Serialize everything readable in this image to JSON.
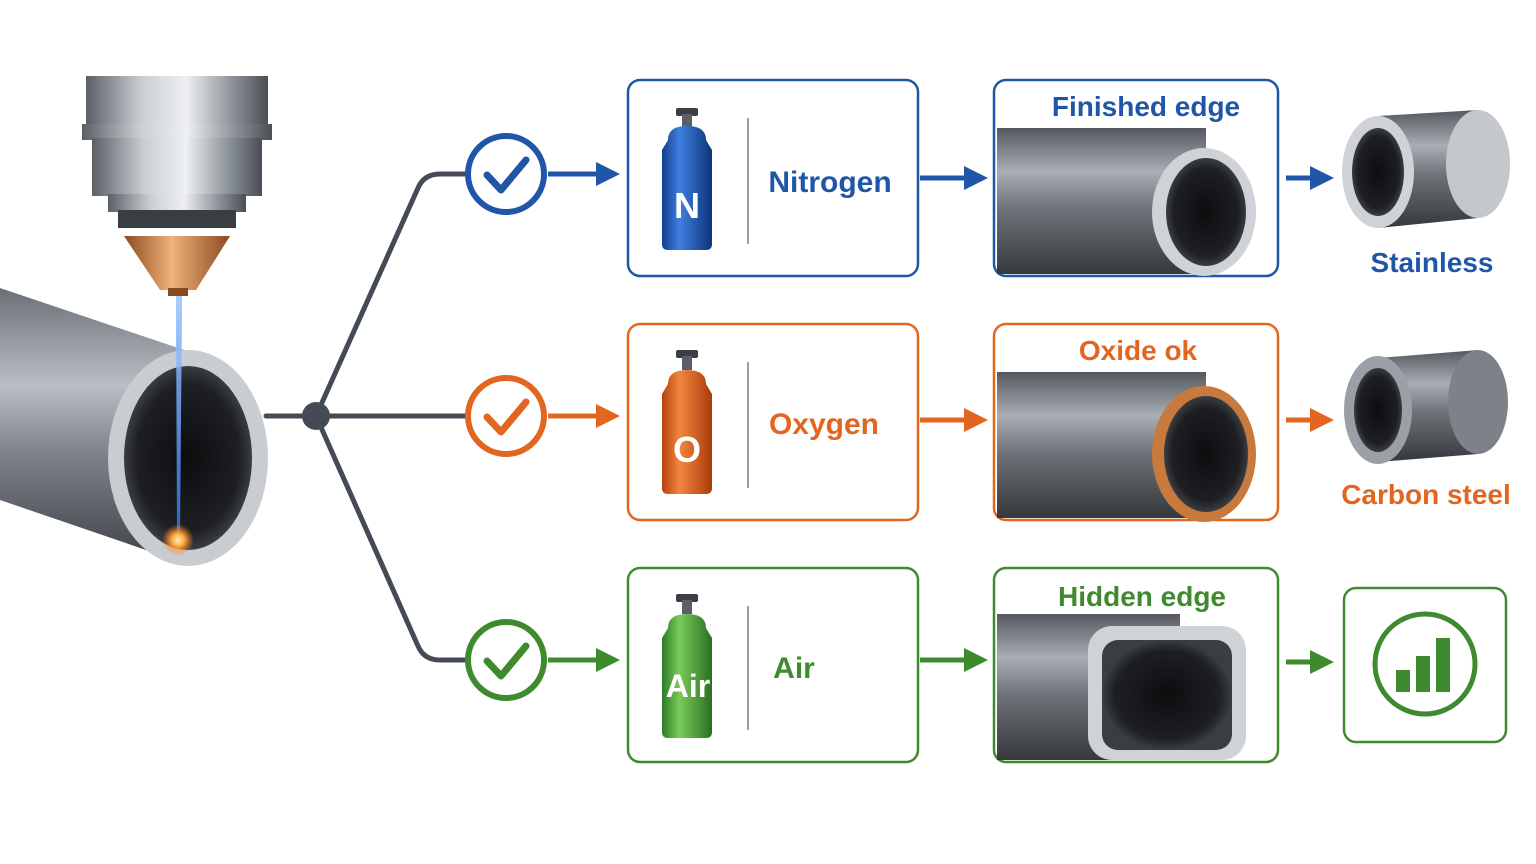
{
  "colors": {
    "nitrogen": "#1f56a8",
    "oxygen": "#e2661f",
    "air": "#3f8a2e",
    "connector": "#454b55",
    "steel_light": "#cfd3d7",
    "steel_dark": "#4c5157",
    "copper": "#c8793e",
    "laser": "#6aa6ff"
  },
  "rows": [
    {
      "id": "nitrogen",
      "gas_label": "Nitrogen",
      "cylinder_letter": "N",
      "edge_label": "Finished edge",
      "result_label": "Stainless",
      "icons": [
        "check-circle-icon",
        "arrow-right-icon",
        "gas-cylinder-icon",
        "round-tube-icon",
        "stainless-tube-icon"
      ]
    },
    {
      "id": "oxygen",
      "gas_label": "Oxygen",
      "cylinder_letter": "O",
      "edge_label": "Oxide ok",
      "result_label": "Carbon steel",
      "icons": [
        "check-circle-icon",
        "arrow-right-icon",
        "gas-cylinder-icon",
        "oxidized-tube-icon",
        "carbon-steel-tube-icon"
      ]
    },
    {
      "id": "air",
      "gas_label": "Air",
      "cylinder_letter": "Air",
      "edge_label": "Hidden edge",
      "result_label": "",
      "icons": [
        "check-circle-icon",
        "arrow-right-icon",
        "gas-cylinder-icon",
        "square-tube-icon",
        "bar-chart-icon"
      ]
    }
  ]
}
